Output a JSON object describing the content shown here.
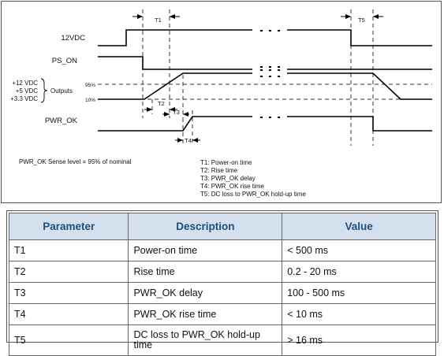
{
  "diagram": {
    "signals": {
      "v12dc": "12VDC",
      "ps_on": "PS_ON",
      "outputs_line1": "+12 VDC",
      "outputs_line2": "+5 VDC",
      "outputs_line3": "+3.3 VDC",
      "outputs_label": "Outputs",
      "pwr_ok": "PWR_OK"
    },
    "levels": {
      "high": "95%",
      "low": "10%"
    },
    "markers": {
      "t1": "T1",
      "t2": "T2",
      "t3": "T3",
      "t4": "T4",
      "t5": "T5"
    },
    "sense_note": "PWR_OK Sense level = 95% of nominal",
    "legend": [
      "T1: Power-on time",
      "T2: Rise time",
      "T3: PWR_OK delay",
      "T4: PWR_OK rise time",
      "T5: DC loss to PWR_OK hold-up time"
    ]
  },
  "table": {
    "headers": [
      "Parameter",
      "Description",
      "Value"
    ],
    "rows": [
      [
        "T1",
        "Power-on time",
        "< 500 ms"
      ],
      [
        "T2",
        "Rise time",
        "0.2 - 20 ms"
      ],
      [
        "T3",
        "PWR_OK delay",
        "100 - 500 ms"
      ],
      [
        "T4",
        "PWR_OK rise time",
        "< 10 ms"
      ],
      [
        "T5",
        "DC loss to PWR_OK hold-up time",
        "> 16 ms"
      ]
    ]
  }
}
